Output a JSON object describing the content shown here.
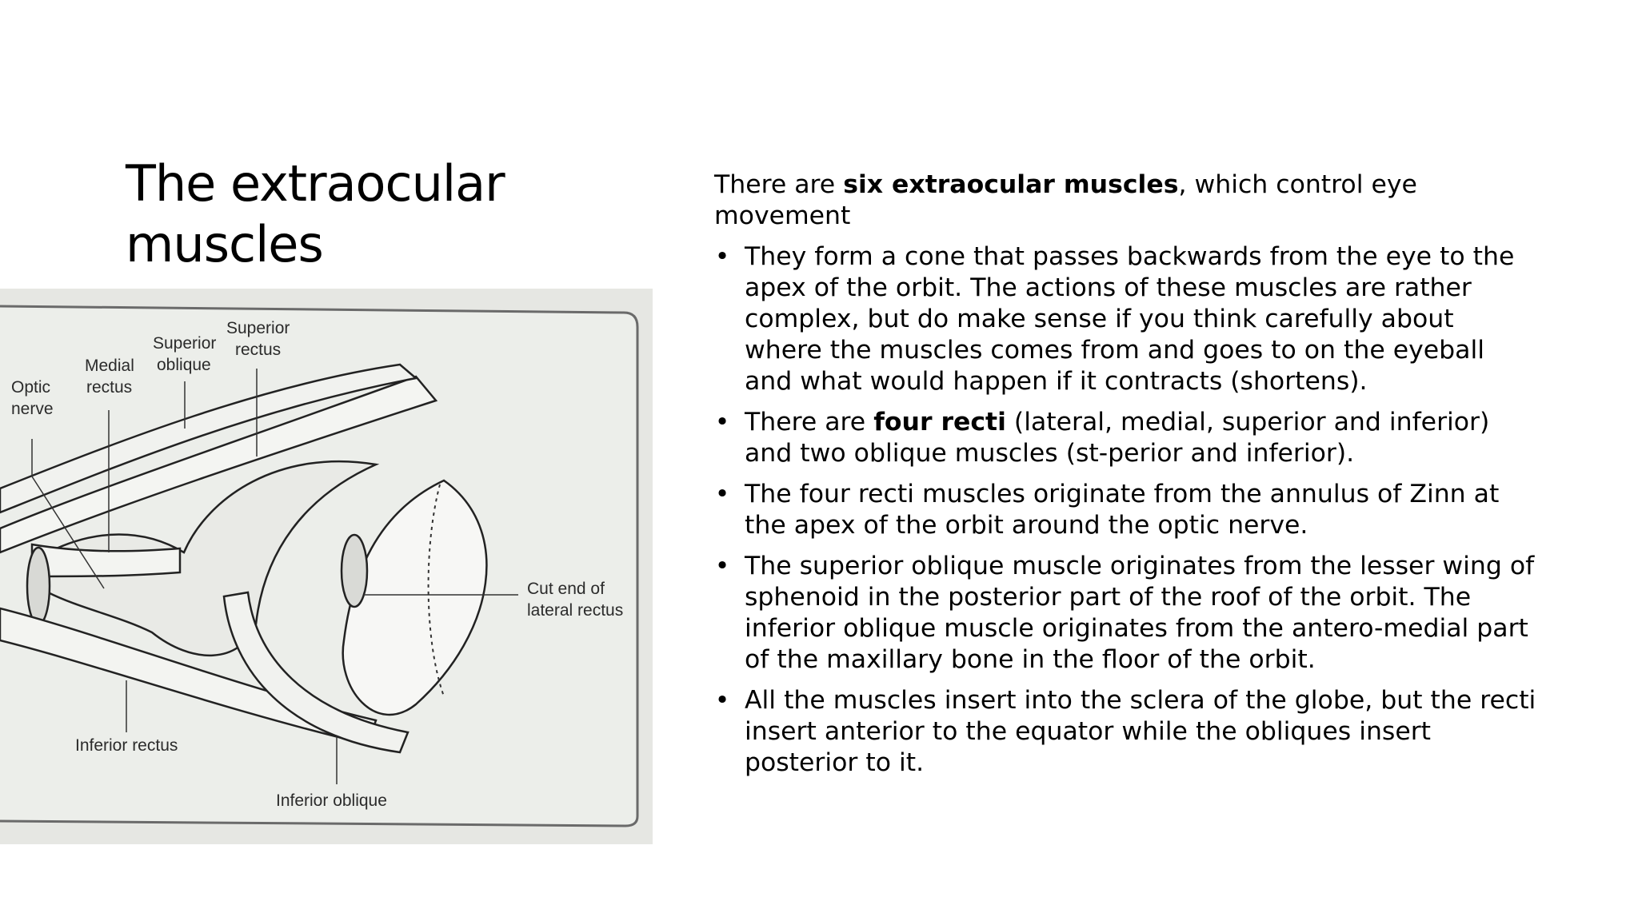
{
  "title": "The extraocular muscles",
  "intro": {
    "before": "There are ",
    "bold": "six extraocular muscles",
    "after": ", which control eye movement"
  },
  "bullets": [
    {
      "before": "They form a cone that passes backwards from the eye to the apex of the orbit. The actions of these muscles are rather complex, but do make sense if you think carefully about where the muscles comes from and goes to on the eyeball and what would happen if it contracts (shortens).",
      "bold": "",
      "after": ""
    },
    {
      "before": "There are ",
      "bold": "four recti",
      "after": " (lateral, medial, superior and inferior) and two oblique muscles (st-perior and inferior)."
    },
    {
      "before": "The four recti muscles originate from the annulus of Zinn at the apex of the orbit around the optic nerve.",
      "bold": "",
      "after": ""
    },
    {
      "before": "The superior oblique muscle originates from the lesser wing of sphenoid in the posterior part of the roof of the orbit. The inferior oblique muscle originates from the antero-medial part of the maxillary bone in the floor of the orbit.",
      "bold": "",
      "after": ""
    },
    {
      "before": "All the muscles insert into the sclera of the globe, but the recti insert anterior to the equator while the obliques insert posterior to it.",
      "bold": "",
      "after": ""
    }
  ],
  "bullet_glyph": "•",
  "figure": {
    "labels": {
      "optic_nerve_1": "Optic",
      "optic_nerve_2": "nerve",
      "medial_rectus_1": "Medial",
      "medial_rectus_2": "rectus",
      "superior_oblique_1": "Superior",
      "superior_oblique_2": "oblique",
      "superior_rectus_1": "Superior",
      "superior_rectus_2": "rectus",
      "cut_end_1": "Cut end of",
      "cut_end_2": "lateral rectus",
      "inferior_rectus": "Inferior rectus",
      "inferior_oblique": "Inferior oblique"
    }
  },
  "colors": {
    "text": "#000000",
    "figure_bg": "#e6e7e3",
    "line": "#2a2a2a"
  }
}
